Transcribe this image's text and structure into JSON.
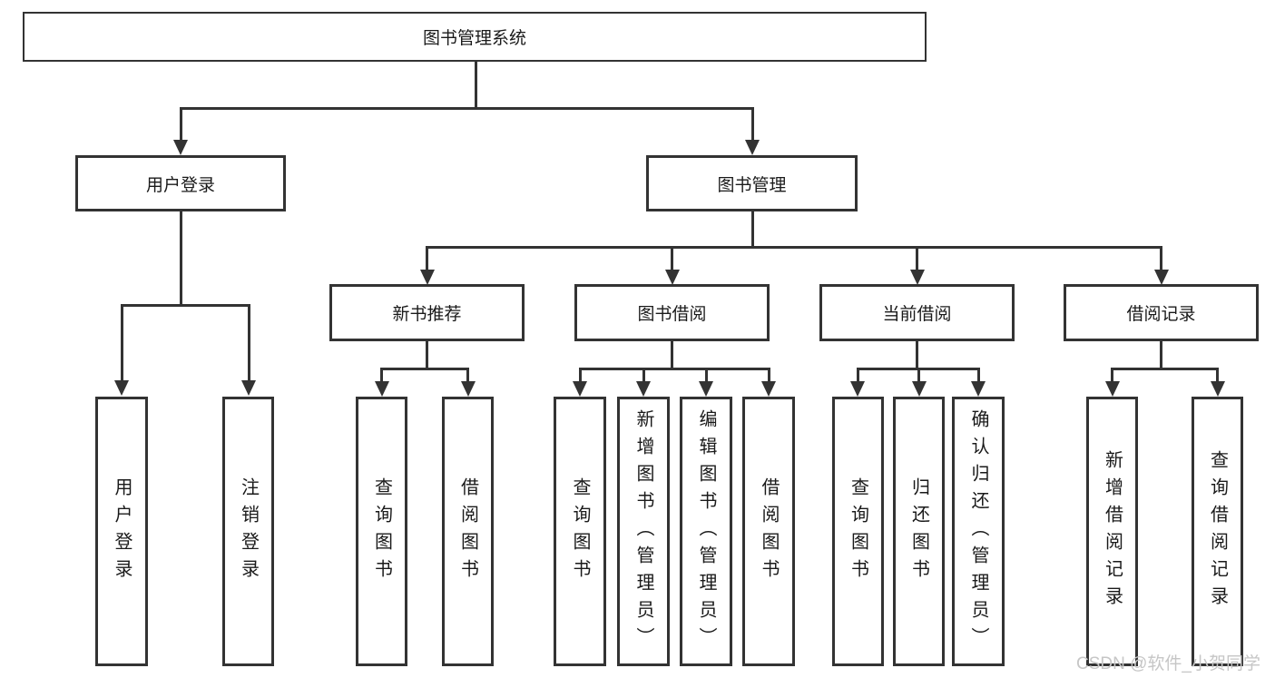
{
  "diagram": {
    "type": "hierarchy-tree",
    "title": "图书管理系统",
    "colors": {
      "line": "#333333",
      "box_border": "#333333",
      "text": "#1a1a1a",
      "background": "#ffffff",
      "watermark": "#c6c6c6"
    },
    "tree": {
      "label": "图书管理系统",
      "children": [
        {
          "label": "用户登录",
          "children": [
            {
              "label": "用户登录"
            },
            {
              "label": "注销登录"
            }
          ]
        },
        {
          "label": "图书管理",
          "children": [
            {
              "label": "新书推荐",
              "children": [
                {
                  "label": "查询图书"
                },
                {
                  "label": "借阅图书"
                }
              ]
            },
            {
              "label": "图书借阅",
              "children": [
                {
                  "label": "查询图书"
                },
                {
                  "label": "新增图书（管理员）"
                },
                {
                  "label": "编辑图书（管理员）"
                },
                {
                  "label": "借阅图书"
                }
              ]
            },
            {
              "label": "当前借阅",
              "children": [
                {
                  "label": "查询图书"
                },
                {
                  "label": "归还图书"
                },
                {
                  "label": "确认归还（管理员）"
                }
              ]
            },
            {
              "label": "借阅记录",
              "children": [
                {
                  "label": "新增借阅记录"
                },
                {
                  "label": "查询借阅记录"
                }
              ]
            }
          ]
        }
      ]
    },
    "watermark": "CSDN @软件_小贺同学"
  }
}
